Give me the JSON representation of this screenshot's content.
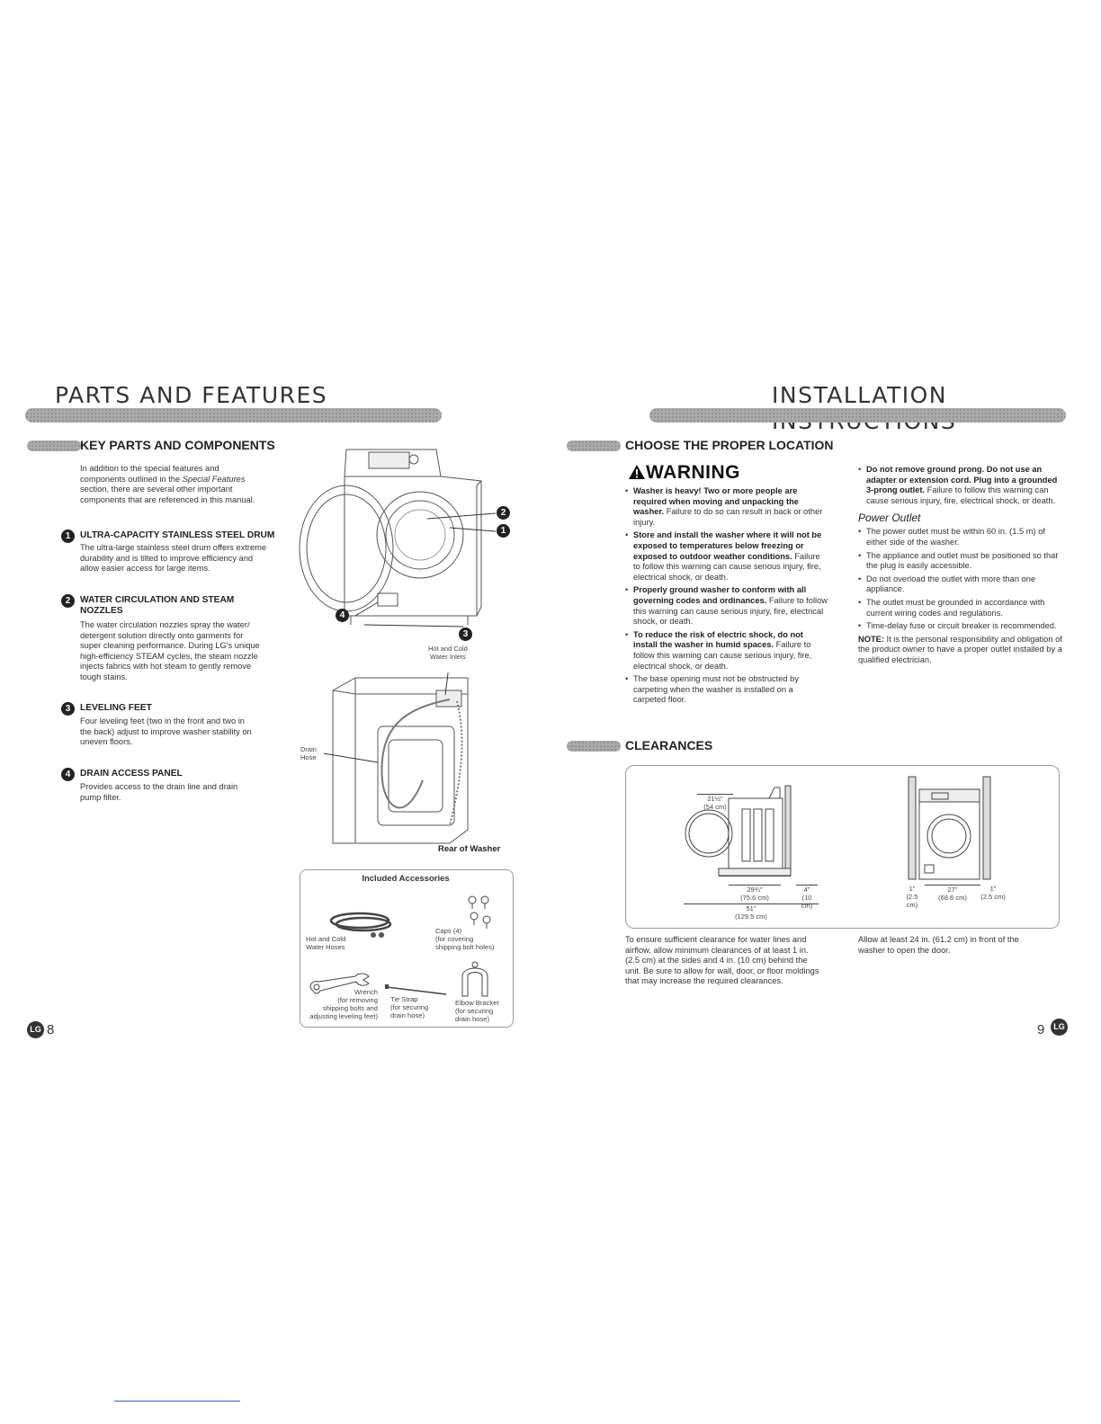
{
  "left_page": {
    "title": "PARTS AND FEATURES",
    "section_title": "KEY PARTS AND COMPONENTS",
    "intro": [
      "In addition to the special features and",
      "components outlined in the ",
      "Special Features",
      "section, there are several other important",
      "components that are referenced in this manual."
    ],
    "items": [
      {
        "num": "1",
        "heading": "ULTRA-CAPACITY STAINLESS STEEL DRUM",
        "text": [
          "The ultra-large stainless steel drum offers extreme",
          "durability and is tilted to improve efficiency and",
          "allow easier access for large items."
        ]
      },
      {
        "num": "2",
        "heading": [
          "WATER CIRCULATION AND STEAM",
          "NOZZLES"
        ],
        "text": [
          "The water circulation nozzles spray the water/",
          "detergent solution directly onto garments for",
          "super cleaning performance. During LG's unique",
          "high-efficiency STEAM cycles, the steam nozzle",
          "injects fabrics with hot steam to gently remove",
          "tough stains."
        ]
      },
      {
        "num": "3",
        "heading": "LEVELING FEET",
        "text": [
          "Four leveling feet (two in the front and two in",
          "the back) adjust to improve washer stability on",
          "uneven floors."
        ]
      },
      {
        "num": "4",
        "heading": "DRAIN ACCESS PANEL",
        "text": [
          "Provides access to the drain line and drain",
          "pump filter."
        ]
      }
    ],
    "diagram_labels": {
      "inlets": [
        "Hot and Cold",
        "Water Inlets"
      ],
      "drain": [
        "Drain",
        "Hose"
      ],
      "rear": "Rear of Washer",
      "callouts": [
        "2",
        "1",
        "4",
        "3"
      ]
    },
    "accessories": {
      "title": "Included Accessories",
      "hoses": [
        "Hot and Cold",
        "Water Hoses"
      ],
      "caps": [
        "Caps (4)",
        "(for covering",
        "shipping bolt holes)"
      ],
      "wrench": [
        "Wrench",
        "(for removing",
        "shipping bolts and",
        "adjusting leveling feet)"
      ],
      "tie_strap": [
        "Tie Strap",
        "(for securing",
        "drain hose)"
      ],
      "elbow": [
        "Elbow Bracket",
        "(for securing",
        "drain hose)"
      ]
    },
    "page_number": "8",
    "logo": "LG"
  },
  "right_page": {
    "title": "INSTALLATION INSTRUCTIONS",
    "location_title": "CHOOSE THE PROPER LOCATION",
    "warning_title": "WARNING",
    "warnings": [
      {
        "bold": [
          "Washer is heavy! Two or more people",
          "are required when moving and unpacking",
          "the washer."
        ],
        "text": " Failure to do so can result in back or other injury."
      },
      {
        "bold": [
          "Store and install the washer where it will not",
          "be exposed to temperatures below freezing",
          "or exposed to outdoor weather conditions."
        ],
        "text": " Failure to follow this warning can cause serious injury, fire, electrical shock, or death."
      },
      {
        "bold": [
          "Properly ground washer to conform with all",
          "governing codes and ordinances."
        ],
        "text": " Failure to follow this warning can cause serious injury, fire, electrical shock, or death."
      },
      {
        "bold": [
          "To reduce the risk of electric shock, do not",
          "install the washer in humid spaces."
        ],
        "text": " Failure to follow this warning can cause serious injury, fire, electrical shock, or death."
      },
      {
        "bold": [],
        "text": "The base opening must not be obstructed by carpeting when the washer is installed on a carpeted floor."
      }
    ],
    "ground_warning": {
      "bold": "Do not remove ground prong. Do not use an adapter or extension cord. Plug into a grounded 3-prong outlet.",
      "text": " Failure to follow this warning can cause serious injury, fire, electrical shock, or death."
    },
    "power_outlet_title": "Power Outlet",
    "power_items": [
      "The power outlet must be within 60 in. (1.5 m) of either side of the washer.",
      "The appliance and outlet must be positioned so that the plug is easily accessible.",
      "Do not overload the outlet with more than one appliance.",
      "The outlet must be grounded in accordance with current wiring codes and regulations.",
      "Time-delay fuse or circuit breaker is recommended."
    ],
    "note_label": "NOTE:",
    "note_text": " It is the personal responsibility and obligation of the product owner to have a proper outlet installed by a qualified electrician.",
    "clearances_title": "CLEARANCES",
    "dims": {
      "d1": "21½\"",
      "d1m": "(54 cm)",
      "d2": "29¾\"",
      "d2m": "(75.6 cm)",
      "d3": "4\"",
      "d3m": "(10 cm)",
      "d4": "51\"",
      "d4m": "(129.5 cm)",
      "d5": "1\"",
      "d5m": "(2.5 cm)",
      "d6": "27\"",
      "d6m": "(68.6 cm)",
      "d7": "1\"",
      "d7m": "(2.5 cm)"
    },
    "clear_text_left": "To ensure sufficient clearance for water lines and airflow, allow minimum clearances of at least 1 in. (2.5 cm) at the sides and 4 in. (10 cm) behind the unit. Be sure to allow for wall, door, or floor moldings that may increase the required clearances.",
    "clear_text_right": "Allow at least 24 in. (61.2 cm) in front of the washer to open the door.",
    "page_number": "9",
    "logo": "LG"
  }
}
